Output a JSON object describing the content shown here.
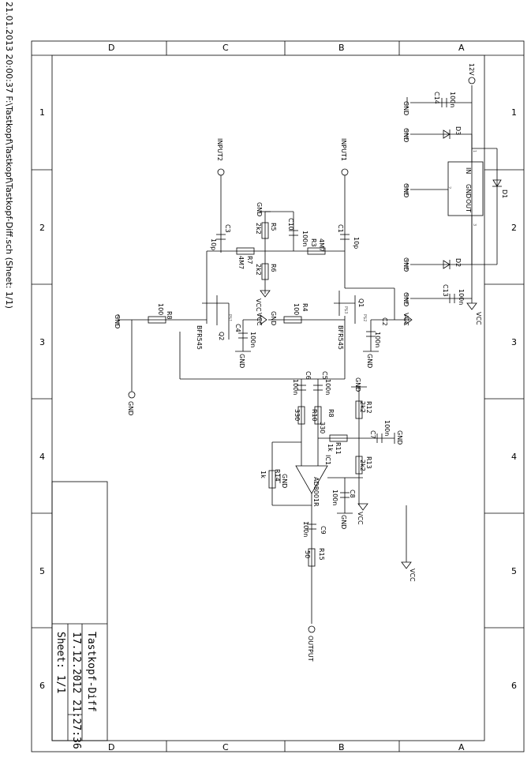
{
  "header": {
    "text": "21.01.2013 20:00:37  F:\\Tastkopf\\Tastkopf\\Tastkopf-Diff.sch (Sheet: 1/1)"
  },
  "frame": {
    "rows": [
      "A",
      "B",
      "C",
      "D"
    ],
    "cols": [
      "1",
      "2",
      "3",
      "4",
      "5",
      "6"
    ]
  },
  "title_block": {
    "title": "Tastkopf-Diff",
    "date": "17.12.2012 21:27:36",
    "sheet": "Sheet: 1/1"
  },
  "nets": {
    "v12": "12V",
    "vcc": "VCC",
    "gnd": "GND",
    "input1": "INPUT1",
    "input2": "INPUT2",
    "output": "OUTPUT"
  },
  "regulator": {
    "in": "IN",
    "gnd": "GND",
    "out": "OUT",
    "pin1": "1",
    "pin2": "2",
    "pin3": "3"
  },
  "parts": {
    "C14": "C14",
    "C14v": "100n",
    "C13": "C13",
    "C13v": "100n",
    "C1": "C1",
    "C1v": "10p",
    "C2": "C2",
    "C2v": "100n",
    "C3": "C3",
    "C3v": "10p",
    "C4": "C4",
    "C4v": "100n",
    "C5": "C5",
    "C5v": "100n",
    "C6": "C6",
    "C6v": "100n",
    "C7": "C7",
    "C7v": "100n",
    "C8": "C8",
    "C8v": "100n",
    "C9": "C9",
    "C9v": "100n",
    "C10": "C10",
    "C10v": "100n",
    "D1": "D1",
    "D2": "D2",
    "D3": "D3",
    "R3": "R3",
    "R3v": "4M7",
    "R4": "R4",
    "R4v": "100",
    "R5": "R5",
    "R5v": "2k2",
    "R6": "R6",
    "R6v": "2k2",
    "R7": "R7",
    "R7v": "4M7",
    "R8a": "R8",
    "R8av": "100",
    "R8b": "R8",
    "R8bv": "330",
    "R10": "R10",
    "R10v": "330",
    "R11": "R11",
    "R11v": "1k",
    "R12": "R12",
    "R12v": "2k2",
    "R13": "R13",
    "R13v": "2k2",
    "R14": "R14",
    "R14v": "1k",
    "R15": "R15",
    "R15v": "50",
    "Q1": "Q1",
    "Q1v": "BFR545",
    "Q2": "Q2",
    "Q2v": "BFR545",
    "IC1": "IC1",
    "IC1v": "AD8001R",
    "P1": "P$1",
    "P2": "P$2",
    "P3": "P$3"
  }
}
